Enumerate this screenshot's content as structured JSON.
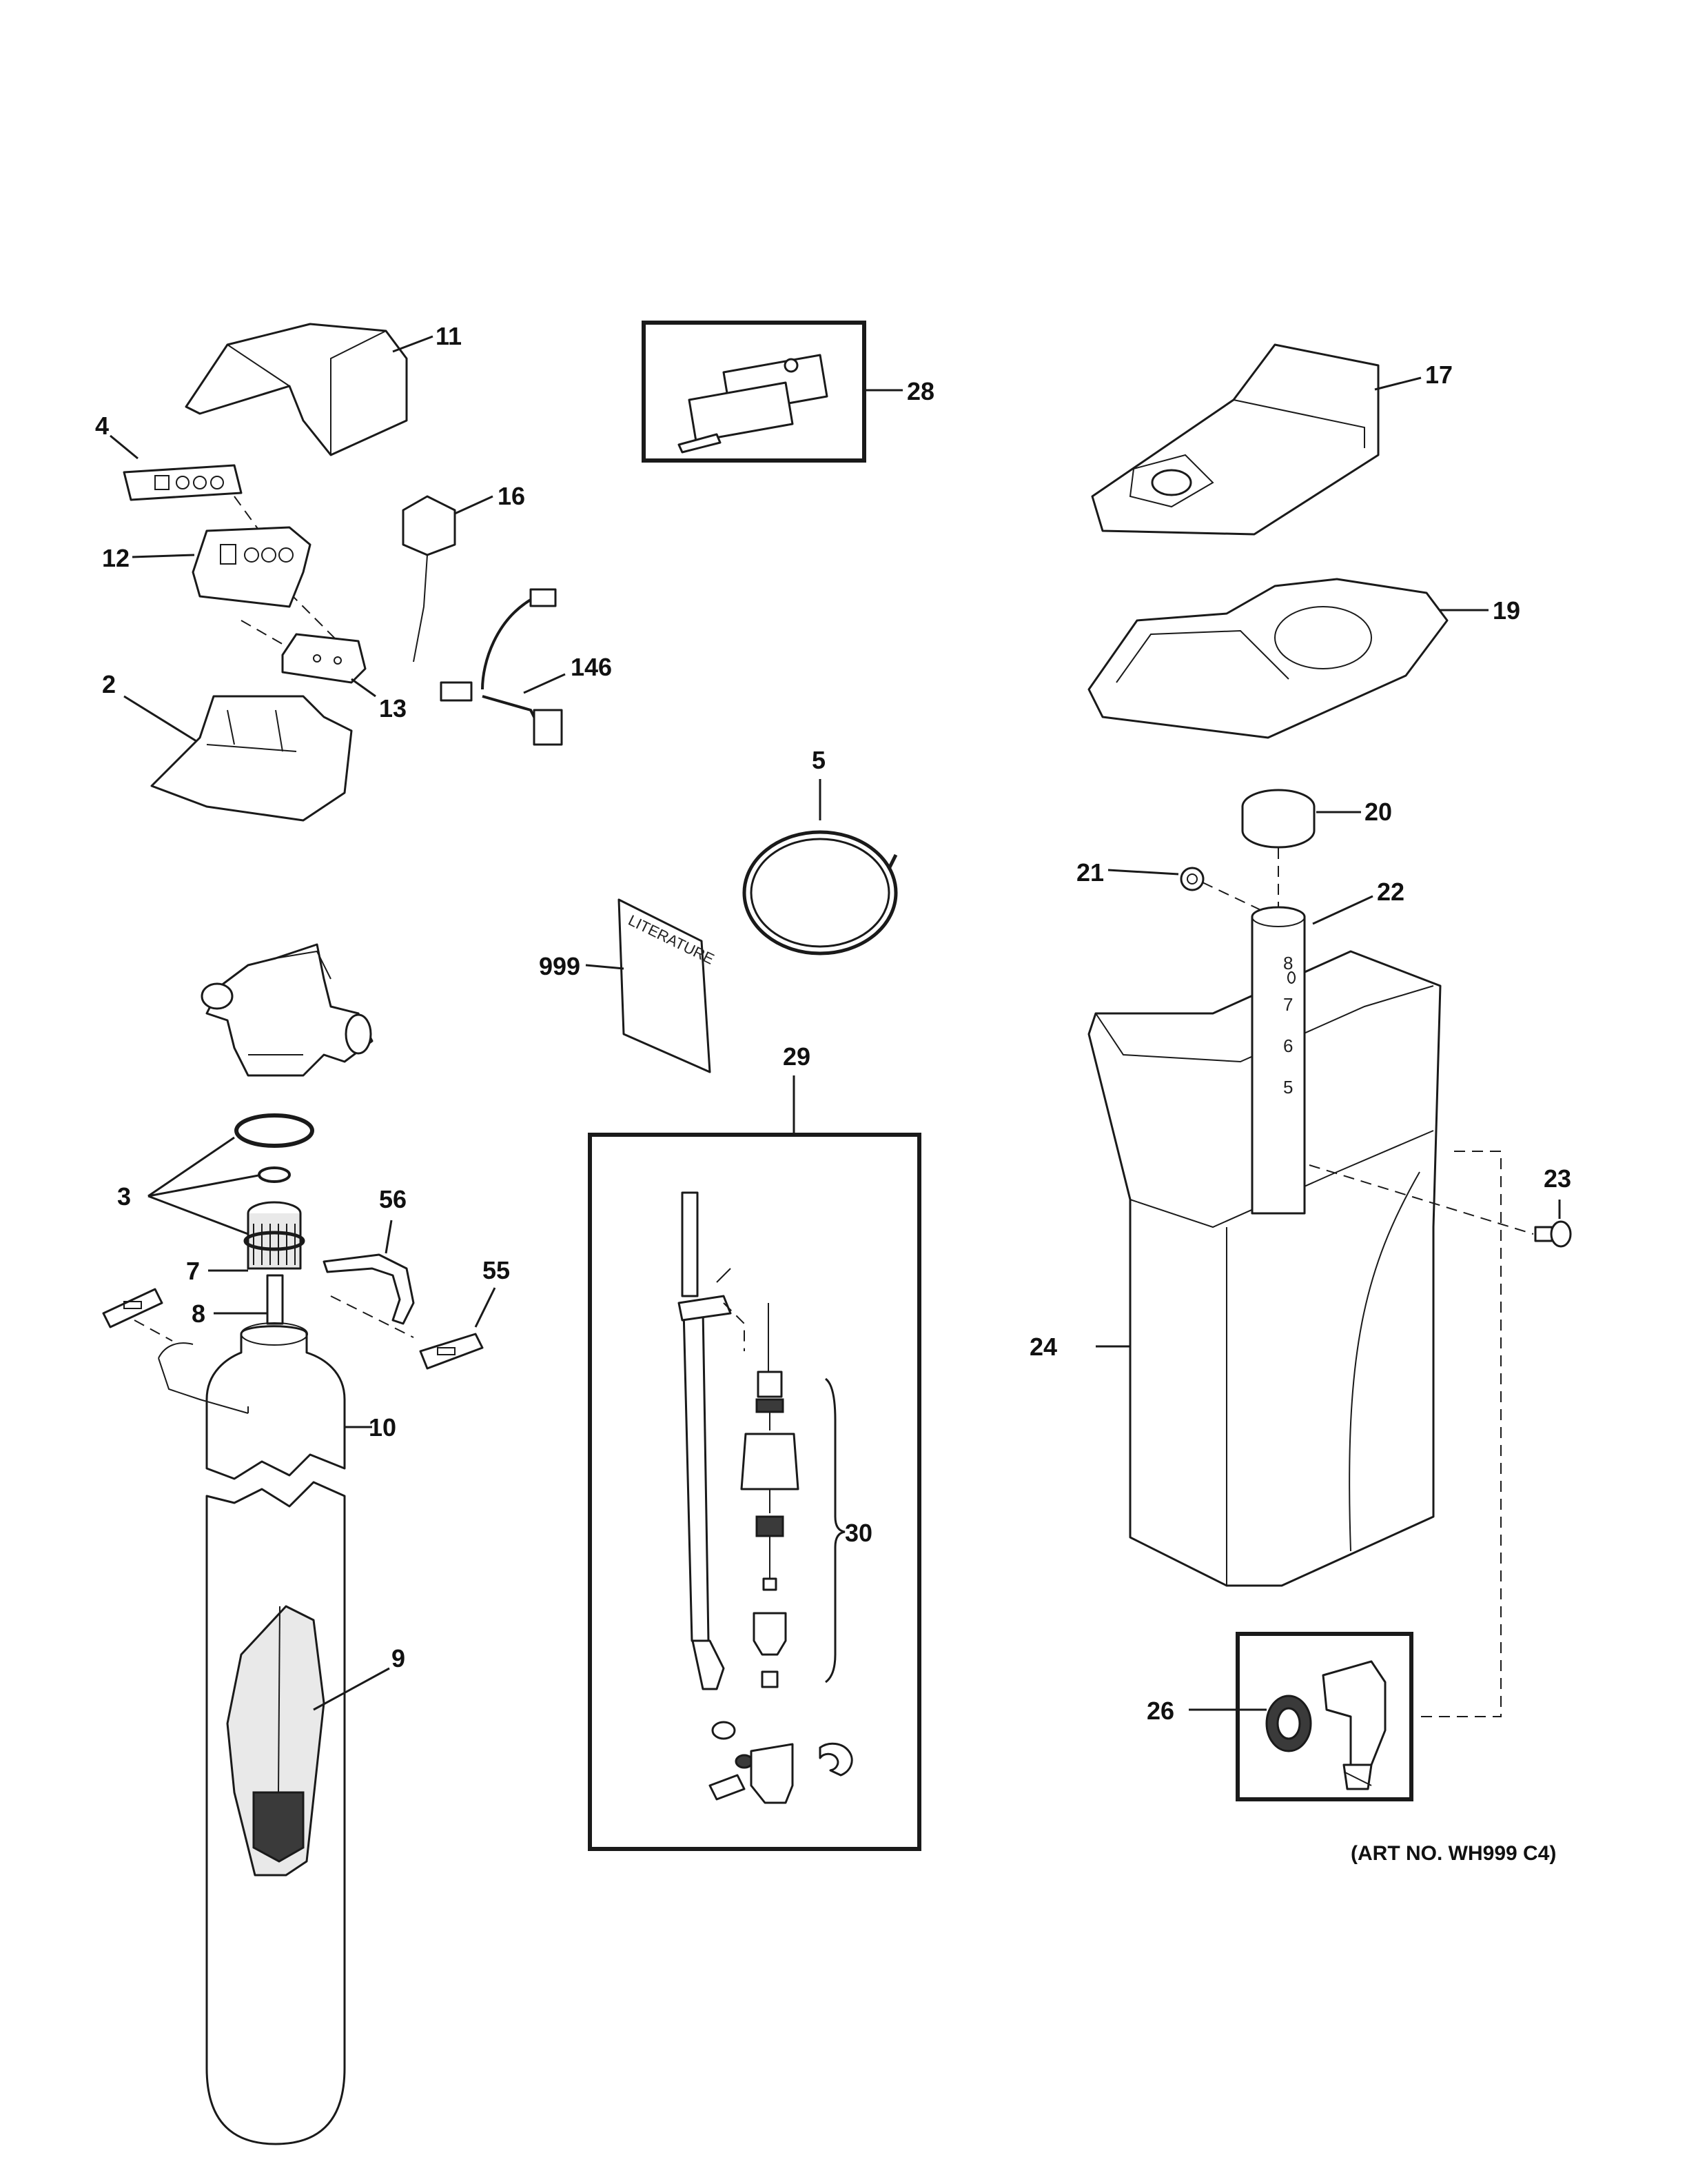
{
  "callouts": {
    "c2": "2",
    "c3": "3",
    "c4": "4",
    "c5": "5",
    "c7": "7",
    "c8": "8",
    "c9": "9",
    "c10": "10",
    "c11": "11",
    "c12": "12",
    "c13": "13",
    "c16": "16",
    "c17": "17",
    "c19": "19",
    "c20": "20",
    "c21": "21",
    "c22": "22",
    "c23": "23",
    "c24": "24",
    "c26": "26",
    "c28": "28",
    "c29": "29",
    "c30": "30",
    "c55": "55",
    "c56": "56",
    "c146": "146",
    "c999": "999"
  },
  "literature_label": "LITERATURE",
  "brine_scale": [
    "8",
    "7",
    "6",
    "5"
  ],
  "art_number": "(ART NO. WH999 C4)"
}
